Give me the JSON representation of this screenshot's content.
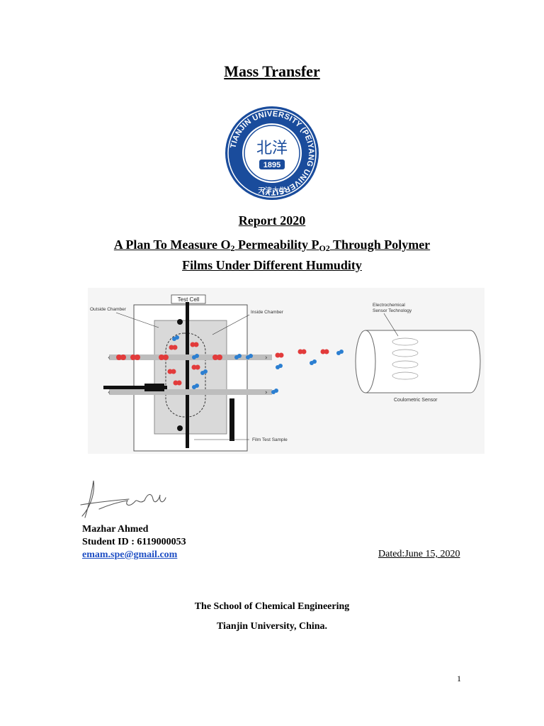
{
  "title": "Mass Transfer",
  "seal": {
    "ring_text": "TIANJIN UNIVERSITY (PEIYANG UNIVERSITY)",
    "year": "1895",
    "center_chars": "北洋",
    "bottom_chars": "天津大学",
    "color": "#1a4c9c"
  },
  "report": "Report 2020",
  "subtitle": {
    "part1": "A Plan To Measure O",
    "part1_sub": "2",
    "part2": " Permeability P",
    "part2_sub": "O2",
    "part3": " Through Polymer",
    "line2": "Films Under Different Humudity"
  },
  "figure": {
    "test_cell": "Test Cell",
    "outside_chamber": "Outside Chamber",
    "inside_chamber": "Inside Chamber",
    "sensor_tech_line1": "Electrochemical",
    "sensor_tech_line2": "Sensor Technology",
    "coulometric": "Coulometric Sensor",
    "film_sample": "Film Test Sample",
    "colors": {
      "o2": "#e23b3b",
      "n2": "#2c7fd1",
      "chamber": "#d9d9d9",
      "film": "#111111"
    }
  },
  "author": {
    "name": "Mazhar Ahmed",
    "student_id": "Student ID : 6119000053",
    "email": "emam.spe@gmail.com"
  },
  "dated": "Dated:June 15, 2020",
  "school": "The School of Chemical Engineering",
  "university": "Tianjin University, China.",
  "page_number": "1"
}
